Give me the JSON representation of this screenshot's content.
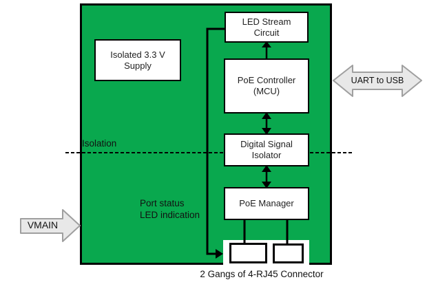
{
  "colors": {
    "board_green": "#09a84e",
    "outline": "#000000",
    "arrow_fill": "#e8e8e8",
    "arrow_stroke": "#9f9f9f",
    "text": "#1f1f1f"
  },
  "blocks": {
    "supply": "Isolated 3.3 V\nSupply",
    "led_stream": "LED Stream\nCircuit",
    "poe_controller": "PoE Controller\n(MCU)",
    "signal_isolator": "Digital Signal\nIsolator",
    "poe_manager": "PoE Manager"
  },
  "labels": {
    "isolation": "Isolation",
    "port_status": "Port status\nLED indication",
    "connector_caption": "2 Gangs of 4-RJ45 Connector",
    "vmain": "VMAIN",
    "uart_usb": "UART to USB"
  }
}
